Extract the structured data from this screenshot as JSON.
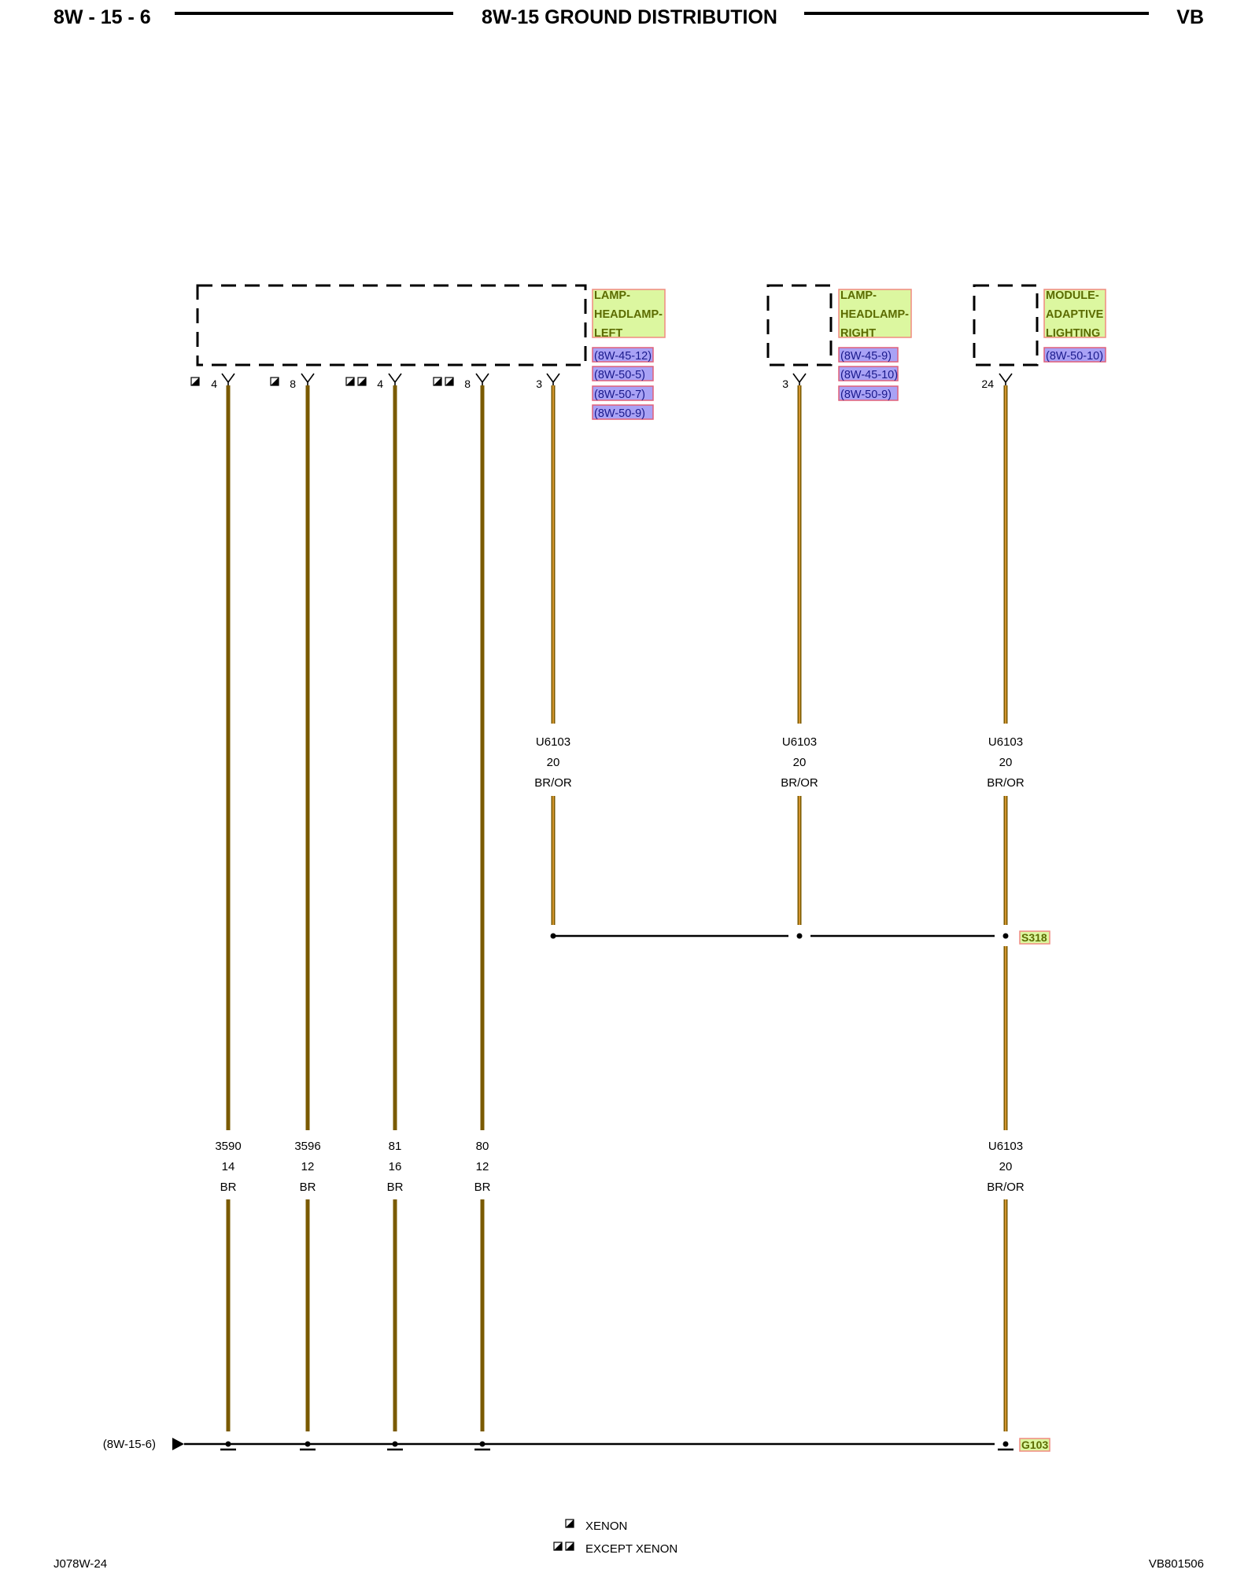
{
  "header": {
    "page_number": "8W - 15 - 6",
    "title": "8W-15 GROUND DISTRIBUTION",
    "code": "VB"
  },
  "footer": {
    "left_code": "J078W-24",
    "right_code": "VB801506"
  },
  "components": [
    {
      "name_lines": [
        "LAMP-",
        "HEADLAMP-",
        "LEFT"
      ],
      "refs": [
        "(8W-45-12)",
        "(8W-50-5)",
        "(8W-50-7)",
        "(8W-50-9)"
      ]
    },
    {
      "name_lines": [
        "LAMP-",
        "HEADLAMP-",
        "RIGHT"
      ],
      "refs": [
        "(8W-45-9)",
        "(8W-45-10)",
        "(8W-50-9)"
      ]
    },
    {
      "name_lines": [
        "MODULE-",
        "ADAPTIVE",
        "LIGHTING"
      ],
      "refs": [
        "(8W-50-10)"
      ]
    }
  ],
  "left_headlamp_wires": [
    {
      "pin": "4",
      "option_marks": 1,
      "circuit": "3590",
      "gauge": "14",
      "color": "BR"
    },
    {
      "pin": "8",
      "option_marks": 1,
      "circuit": "3596",
      "gauge": "12",
      "color": "BR"
    },
    {
      "pin": "4",
      "option_marks": 2,
      "circuit": "81",
      "gauge": "16",
      "color": "BR"
    },
    {
      "pin": "8",
      "option_marks": 2,
      "circuit": "80",
      "gauge": "12",
      "color": "BR"
    }
  ],
  "upper_wires": [
    {
      "pin": "3",
      "circuit": "U6103",
      "gauge": "20",
      "color": "BR/OR"
    },
    {
      "pin": "3",
      "circuit": "U6103",
      "gauge": "20",
      "color": "BR/OR"
    },
    {
      "pin": "24",
      "circuit": "U6103",
      "gauge": "20",
      "color": "BR/OR"
    }
  ],
  "splice": {
    "name": "S318"
  },
  "splice_output_wire": {
    "circuit": "U6103",
    "gauge": "20",
    "color": "BR/OR"
  },
  "ground": {
    "name": "G103",
    "continuation_ref": "(8W-15-6)"
  },
  "legend": [
    {
      "marks": 1,
      "label": "XENON"
    },
    {
      "marks": 2,
      "label": "EXCEPT XENON"
    }
  ],
  "colors": {
    "wire_brown": "#7a5a00",
    "wire_orange": "#e8a33a",
    "component_fill": "#dcf7a0",
    "component_border": "#f08a80",
    "ref_fill": "#a9a2f5",
    "ref_border": "#e0607a"
  }
}
